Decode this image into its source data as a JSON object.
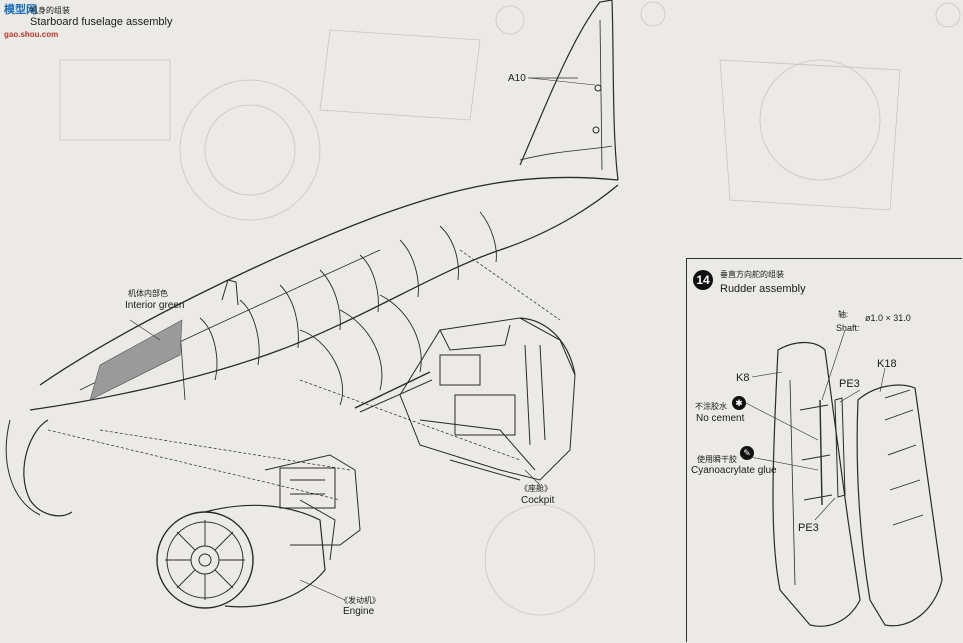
{
  "watermark": {
    "logo_text": "模型网",
    "url": "gao.shou.com"
  },
  "step_main": {
    "title_cn": "机身的组装",
    "title_en": "Starboard fuselage assembly"
  },
  "labels": {
    "a10": "A10",
    "interior_cn": "机体内部色",
    "interior_en": "Interior green",
    "cockpit_cn": "《座舱》",
    "cockpit_en": "Cockpit",
    "engine_cn": "《发动机》",
    "engine_en": "Engine"
  },
  "step_14": {
    "number": "14",
    "title_cn": "垂直方向舵的组装",
    "title_en": "Rudder assembly",
    "shaft_cn": "轴:",
    "shaft_en": "Shaft:",
    "shaft_spec": "ø1.0 × 31.0",
    "k8": "K8",
    "k18": "K18",
    "pe3_top": "PE3",
    "pe3_bottom": "PE3",
    "no_cement_cn": "不涂胶水",
    "no_cement_en": "No cement",
    "glue_cn": "使用瞬干胶",
    "glue_en": "Cyanoacrylate glue"
  },
  "icons": [
    "no-cement-icon",
    "cyanoacrylate-glue-icon"
  ]
}
